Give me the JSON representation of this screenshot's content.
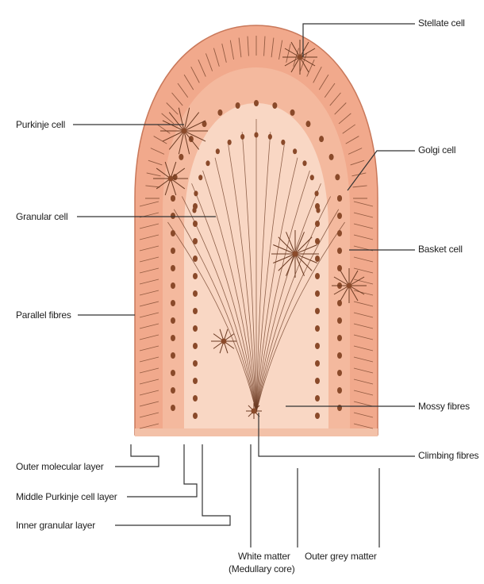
{
  "diagram": {
    "colors": {
      "outer_layer": "#f1a98c",
      "molecular_fill": "#f6c9b2",
      "white_matter_fill": "#fbe3d6",
      "fiber": "#6b3a22",
      "cell": "#8a4a2a",
      "leader": "#333333"
    },
    "labels": {
      "stellate_cell": "Stellate cell",
      "purkinje_cell": "Purkinje cell",
      "golgi_cell": "Golgi cell",
      "granular_cell": "Granular cell",
      "basket_cell": "Basket cell",
      "parallel_fibres": "Parallel fibres",
      "mossy_fibres": "Mossy fibres",
      "climbing_fibres": "Climbing fibres",
      "outer_molecular_layer": "Outer molecular layer",
      "middle_purkinje_layer": "Middle Purkinje cell layer",
      "inner_granular_layer": "Inner granular layer",
      "white_matter_line1": "White matter",
      "white_matter_line2": "(Medullary core)",
      "outer_grey_matter": "Outer grey matter"
    }
  }
}
